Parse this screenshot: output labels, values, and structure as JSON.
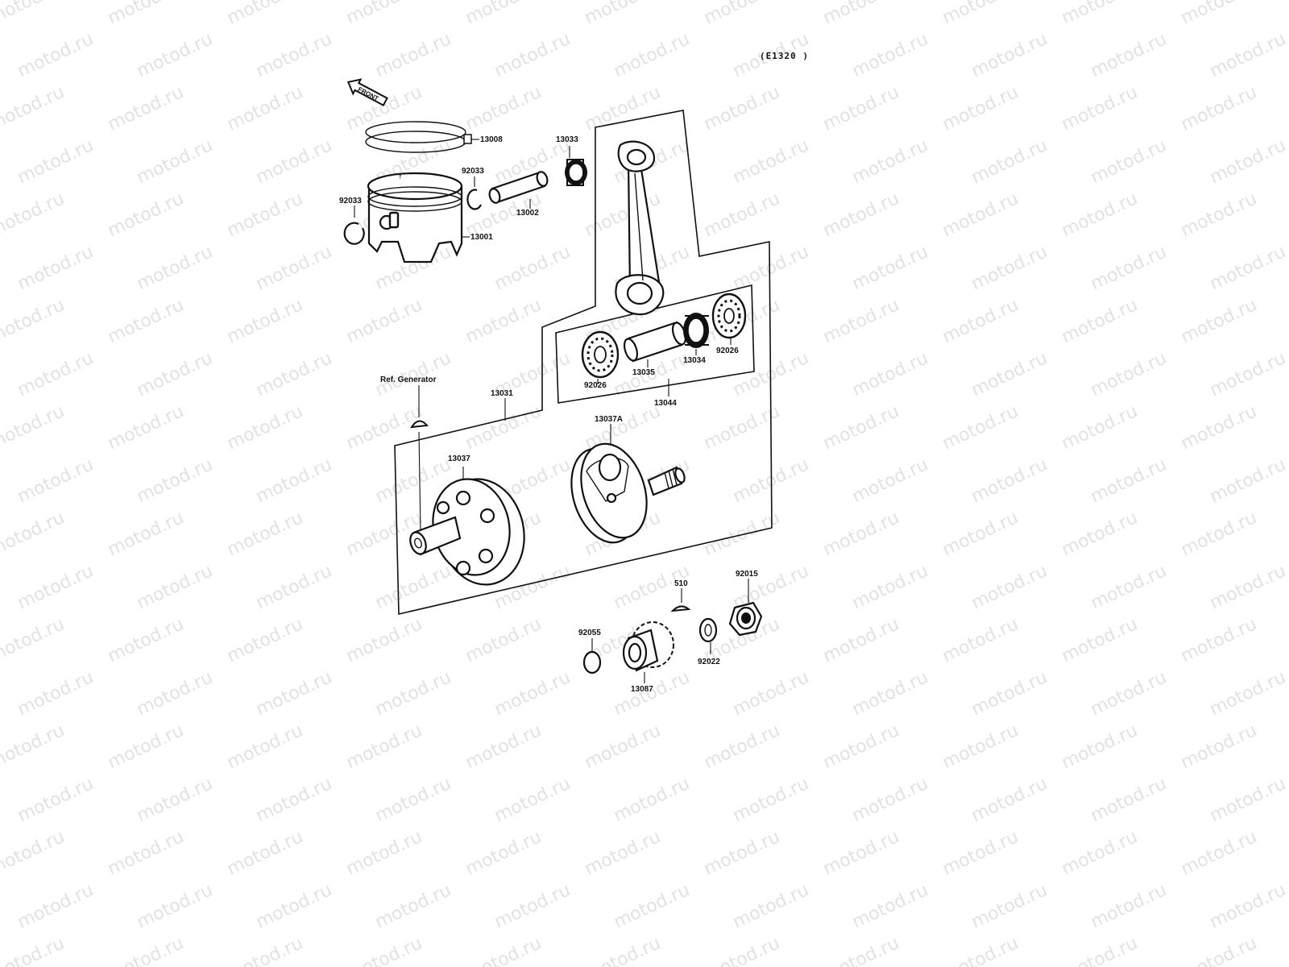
{
  "watermark": {
    "text": "motod.ru"
  },
  "diagram": {
    "code": "(E1320 )",
    "front_arrow": "FRONT",
    "ref_note": "Ref. Generator"
  },
  "parts": [
    {
      "id": "p13008",
      "label": "13008"
    },
    {
      "id": "p13033",
      "label": "13033"
    },
    {
      "id": "p92033a",
      "label": "92033"
    },
    {
      "id": "p92033b",
      "label": "92033"
    },
    {
      "id": "p13002",
      "label": "13002"
    },
    {
      "id": "p13001",
      "label": "13001"
    },
    {
      "id": "p92026a",
      "label": "92026"
    },
    {
      "id": "p13035",
      "label": "13035"
    },
    {
      "id": "p13034",
      "label": "13034"
    },
    {
      "id": "p92026b",
      "label": "92026"
    },
    {
      "id": "p13044",
      "label": "13044"
    },
    {
      "id": "p13031",
      "label": "13031"
    },
    {
      "id": "p13037A",
      "label": "13037A"
    },
    {
      "id": "p13037",
      "label": "13037"
    },
    {
      "id": "p510",
      "label": "510"
    },
    {
      "id": "p92015",
      "label": "92015"
    },
    {
      "id": "p92055",
      "label": "92055"
    },
    {
      "id": "p92022",
      "label": "92022"
    },
    {
      "id": "p13087",
      "label": "13087"
    }
  ]
}
